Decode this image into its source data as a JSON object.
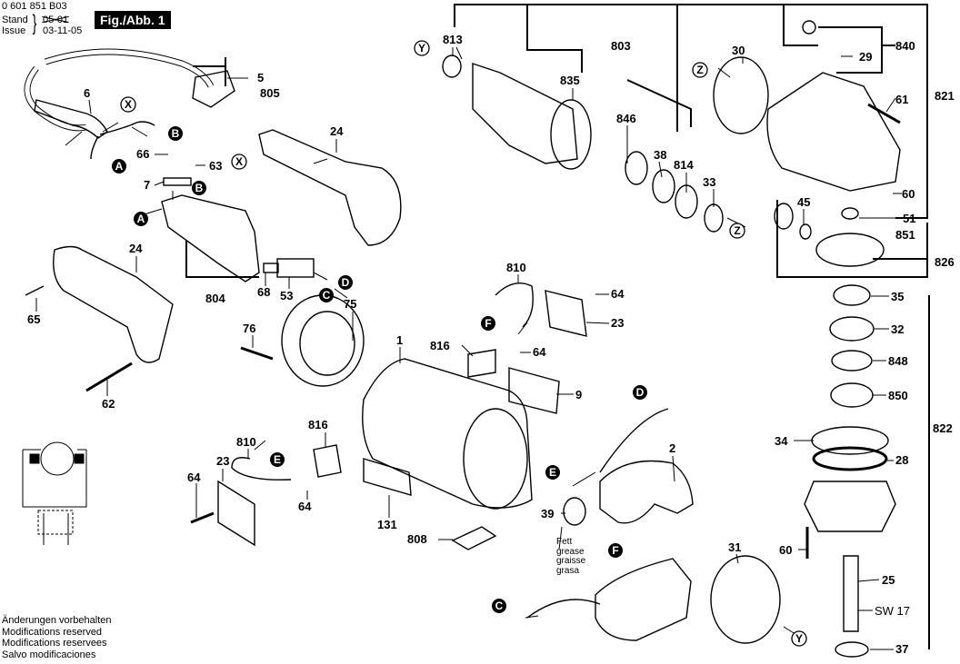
{
  "header": {
    "document_number": "0 601 851 B03",
    "stand_label": "Stand",
    "issue_label": "Issue",
    "stand_old_value": "05-01",
    "issue_date": "03-11-05",
    "figure_label": "Fig./Abb. 1"
  },
  "footer": {
    "lines": [
      "Änderungen vorbehalten",
      "Modifications reserved",
      "Modifications reservees",
      "Salvo modificaciones"
    ]
  },
  "grease_note": {
    "lines": [
      "Fett",
      "grease",
      "graisse",
      "grasa"
    ]
  },
  "connectors": {
    "filled": [
      "A",
      "B",
      "C",
      "D",
      "E",
      "F"
    ],
    "outlined": [
      "X",
      "Y",
      "Z"
    ]
  },
  "parts": {
    "p813": "813",
    "p803": "803",
    "p835": "835",
    "p846": "846",
    "p38": "38",
    "p814": "814",
    "p33": "33",
    "p30": "30",
    "p840": "840",
    "p29": "29",
    "p821": "821",
    "p61": "61",
    "p60a": "60",
    "p51": "51",
    "p45": "45",
    "p851": "851",
    "p826": "826",
    "p35": "35",
    "p32": "32",
    "p848": "848",
    "p850": "850",
    "p822": "822",
    "p34": "34",
    "p28": "28",
    "p60b": "60",
    "p25": "25",
    "sw17": "SW 17",
    "p37": "37",
    "p31": "31",
    "p2": "2",
    "p39": "39",
    "p808": "808",
    "p131": "131",
    "p1": "1",
    "p9": "9",
    "p816a": "816",
    "p64a": "64",
    "p23a": "23",
    "p64b": "64",
    "p810a": "810",
    "p816b": "816",
    "p810b": "810",
    "p23b": "23",
    "p64c": "64",
    "p64d": "64",
    "p75": "75",
    "p76": "76",
    "p53": "53",
    "p68": "68",
    "p804": "804",
    "p24a": "24",
    "p24b": "24",
    "p65": "65",
    "p62": "62",
    "p7": "7",
    "p66": "66",
    "p63": "63",
    "p6": "6",
    "p5": "5",
    "p805": "805"
  }
}
